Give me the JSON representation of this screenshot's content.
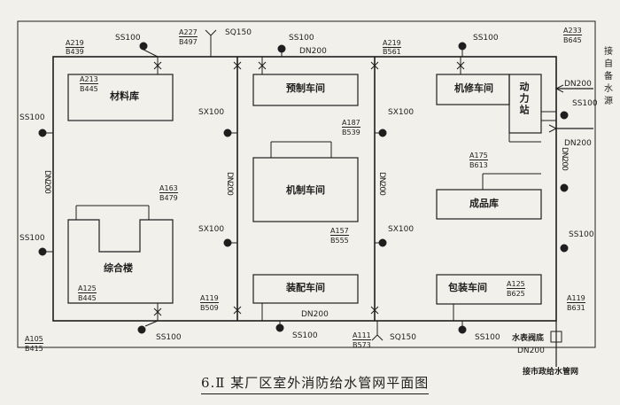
{
  "title": "6.Ⅱ 某厂区室外消防给水管网平面图",
  "rooms": {
    "materials": "材料库",
    "prefab": "预制车间",
    "machining": "机制车间",
    "assembly": "装配车间",
    "office": "综合楼",
    "repair": "机修车间",
    "power": "动力站",
    "finished": "成品库",
    "packing": "包装车间"
  },
  "hydrants": {
    "ss100": "SS100",
    "sx100": "SX100",
    "sq150": "SQ150"
  },
  "pipe": {
    "dn200": "DN200"
  },
  "elevations": {
    "a219_top_left": "A219",
    "b439": "B439",
    "a213": "A213",
    "b445_materials": "B445",
    "a227": "A227",
    "b497": "B497",
    "a219_top_mid": "A219",
    "b561": "B561",
    "a233": "A233",
    "b645": "B645",
    "a187": "A187",
    "b539": "B539",
    "a163": "A163",
    "b479": "B479",
    "a157": "A157",
    "b555": "B555",
    "a175": "A175",
    "b613": "B613",
    "a125_office": "A125",
    "b445_office": "B445",
    "a119_left": "A119",
    "b509": "B509",
    "a125_packing": "A125",
    "b625": "B625",
    "a119_right": "A119",
    "b631": "B631",
    "a105": "A105",
    "b415": "B415",
    "a111": "A111",
    "b573": "B573"
  },
  "notes": {
    "source_1": "接",
    "source_2": "自",
    "source_3": "备",
    "source_4": "水",
    "source_5": "源",
    "meter_well": "水表阀底",
    "city_network": "接市政给水管网"
  }
}
